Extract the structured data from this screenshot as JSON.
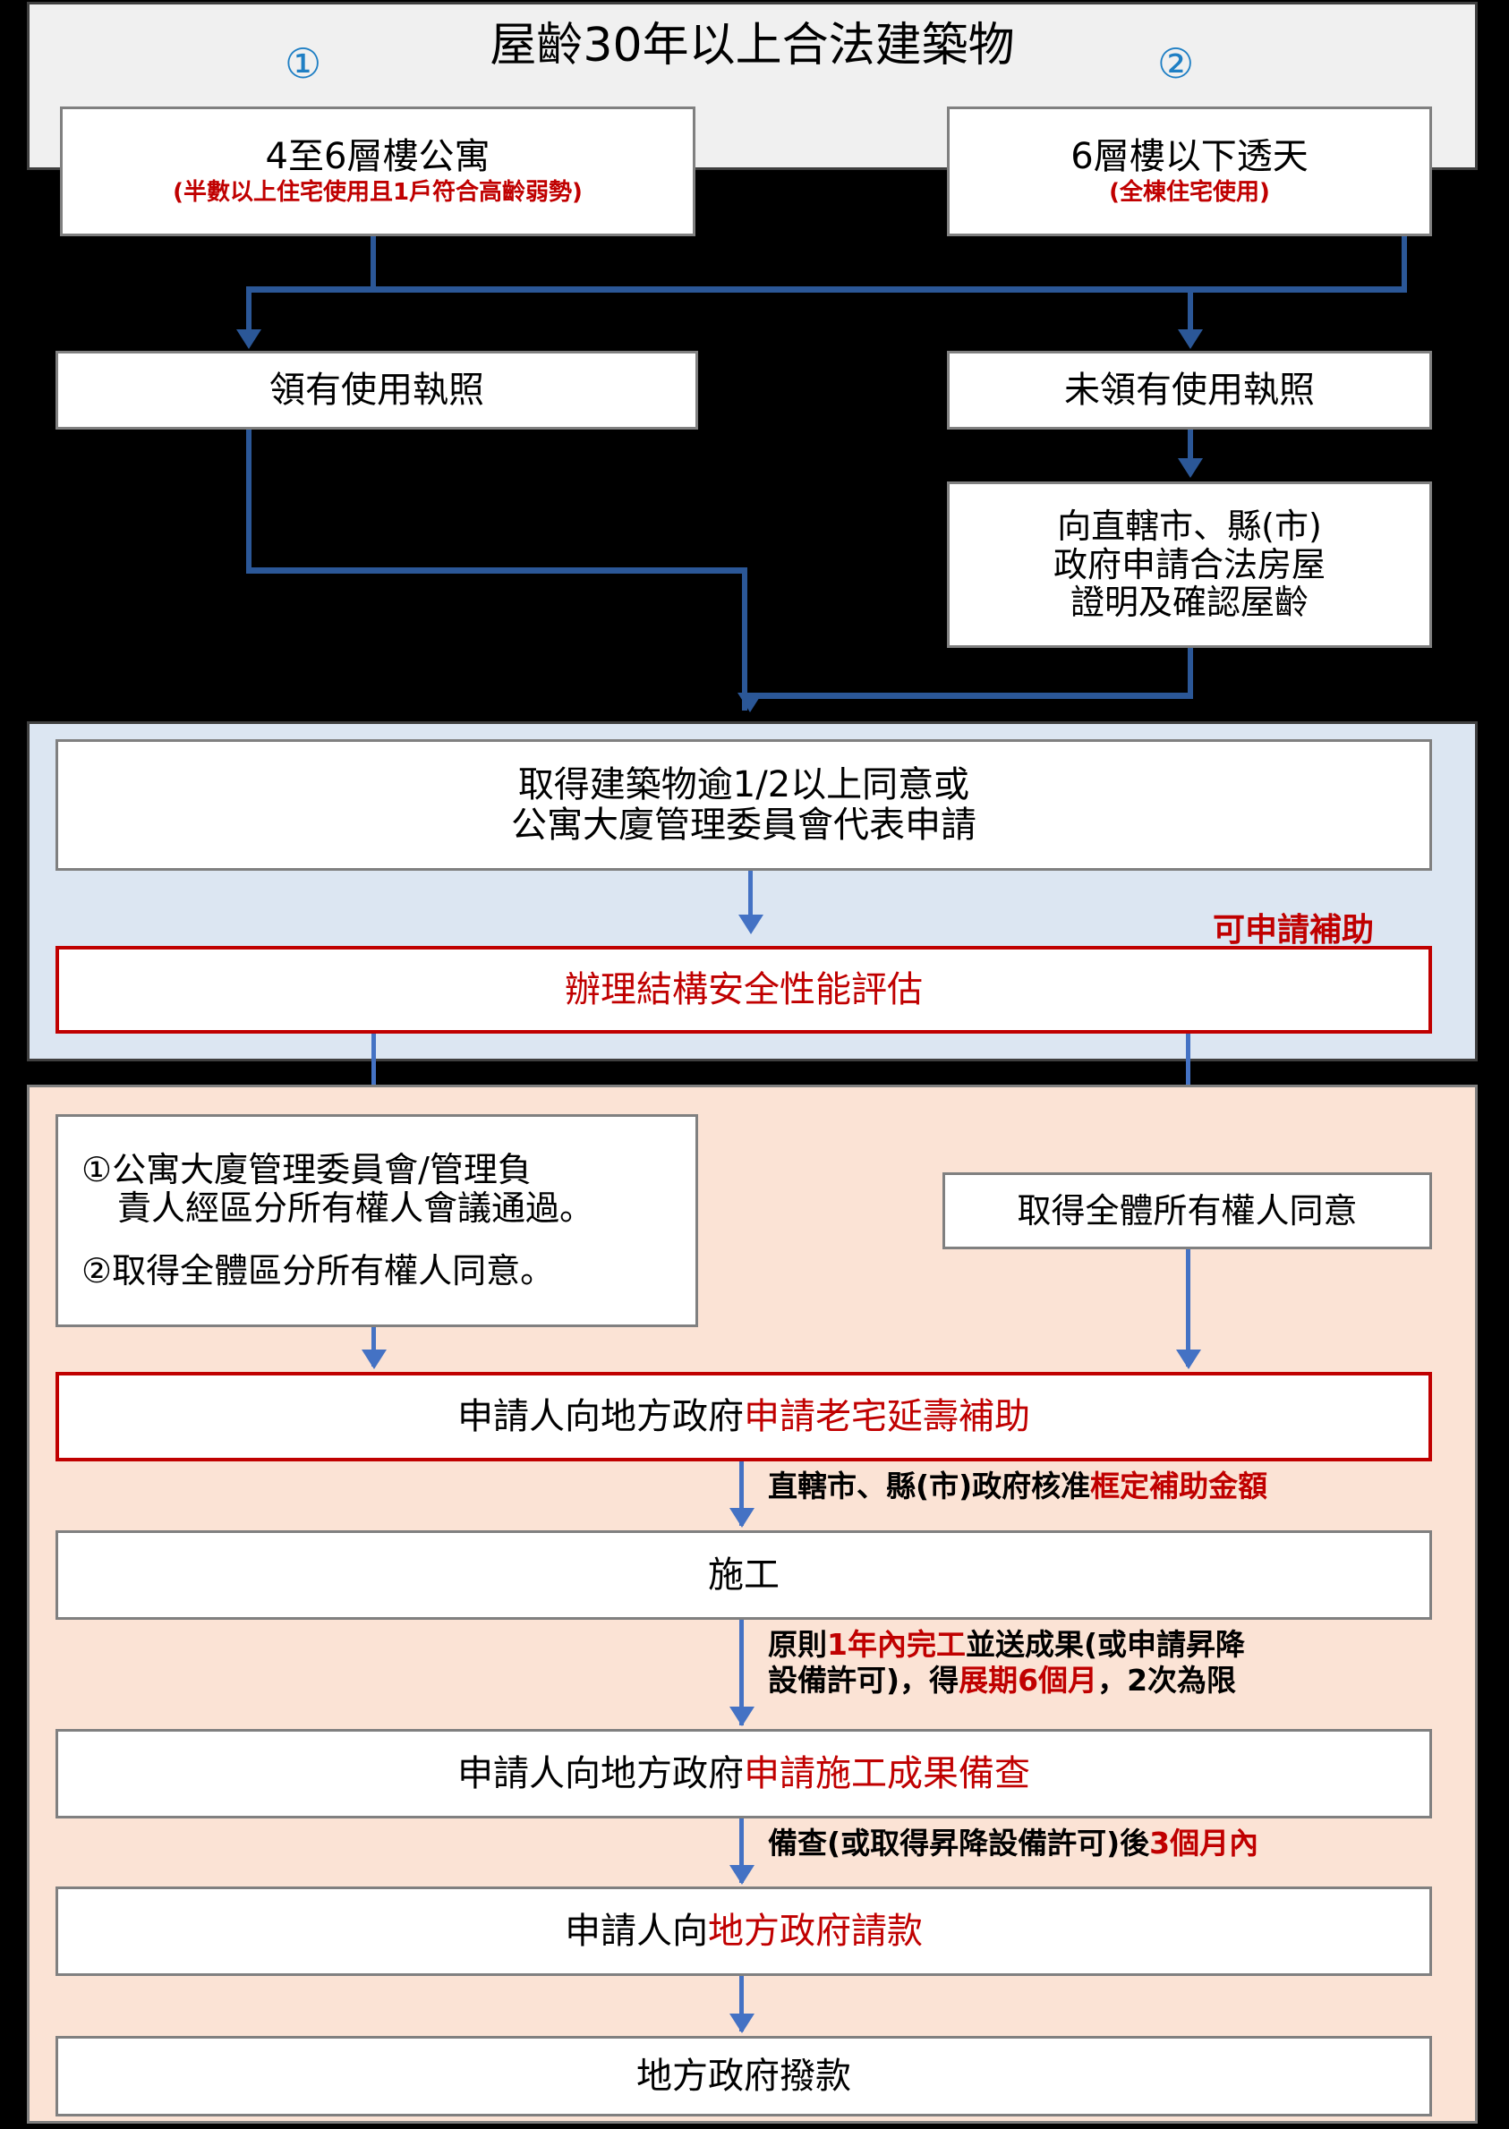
{
  "title": "屋齡30年以上合法建築物",
  "markers": {
    "one": "①",
    "two": "②"
  },
  "sections": {
    "top": {
      "bg": "#f0f0f0"
    },
    "middle": {
      "bg": "#dce6f2",
      "badge": "可申請補助"
    },
    "bottom": {
      "bg": "#fbe3d5"
    }
  },
  "boxes": {
    "apartment": {
      "line1": "4至6層樓公寓",
      "line2": "(半數以上住宅使用且1戶符合高齡弱勢)"
    },
    "townhouse": {
      "line1": "6層樓以下透天",
      "line2": "(全棟住宅使用)"
    },
    "has_permit": {
      "label": "領有使用執照"
    },
    "no_permit": {
      "label": "未領有使用執照"
    },
    "apply_legal_cert": {
      "line1": "向直轄市、縣(市)",
      "line2": "政府申請合法房屋",
      "line3": "證明及確認屋齡"
    },
    "consent_half": {
      "line1": "取得建築物逾1/2以上同意或",
      "line2": "公寓大廈管理委員會代表申請"
    },
    "structural_eval": {
      "label": "辦理結構安全性能評估"
    },
    "owner_meeting": {
      "line1": "①公寓大廈管理委員會/管理負",
      "line2": "責人經區分所有權人會議通過。",
      "line3": "②取得全體區分所有權人同意。"
    },
    "all_owner_consent": {
      "label": "取得全體所有權人同意"
    },
    "apply_subsidy": {
      "black": "申請人向地方政府",
      "red": "申請老宅延壽補助"
    },
    "construction": {
      "label": "施工"
    },
    "apply_record": {
      "black": "申請人向地方政府",
      "red": "申請施工成果備查"
    },
    "request_payment": {
      "black": "申請人向",
      "red": "地方政府請款"
    },
    "disburse": {
      "label": "地方政府撥款"
    }
  },
  "annotations": {
    "approve_amount": {
      "black1": "直轄市、縣(市)政府核准",
      "red1": "框定補助金額"
    },
    "complete_within": {
      "l1_black1": "原則",
      "l1_red1": "1年內完工",
      "l1_black2": "並送成果(或申請昇降",
      "l2_black1": "設備許可)，得",
      "l2_red1": "展期6個月",
      "l2_black2": "，2次為限"
    },
    "record_within": {
      "black1": "備查(或取得昇降設備許可)後",
      "red1": "3個月內"
    }
  },
  "colors": {
    "connector": "#4472c4",
    "connector_dark": "#2b5797",
    "red": "#c00000",
    "box_border": "#808080",
    "panel_top_bg": "#f0f0f0",
    "panel_mid_bg": "#dce6f2",
    "panel_bottom_bg": "#fbe3d5"
  }
}
